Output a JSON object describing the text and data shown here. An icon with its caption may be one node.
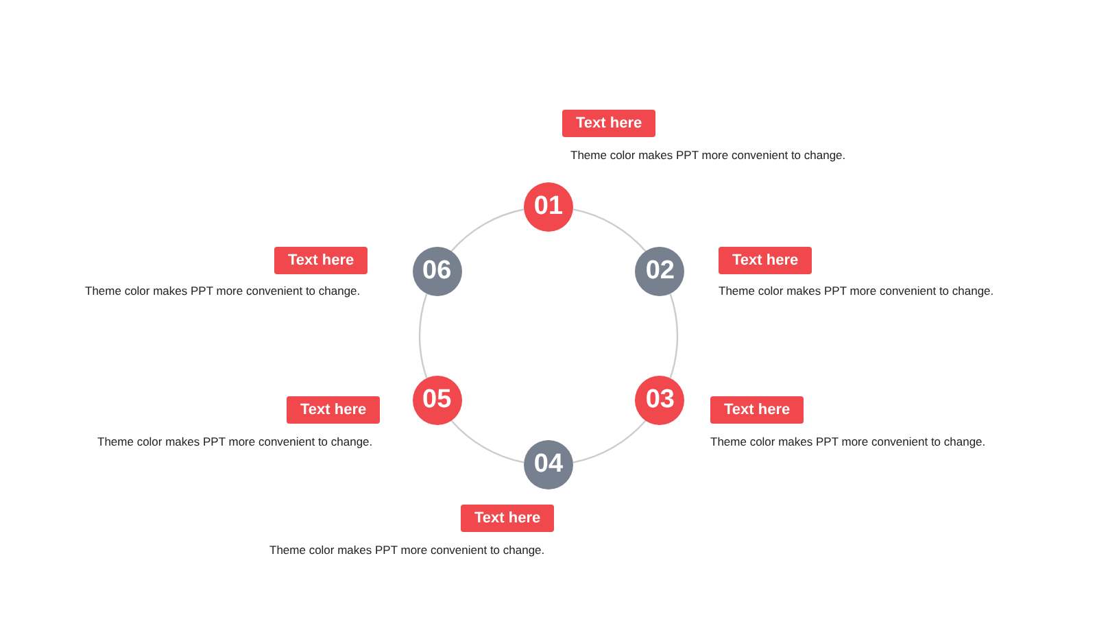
{
  "diagram": {
    "nodes": [
      {
        "text": [
          "01"
        ]
      },
      {
        "text": [
          "02"
        ]
      },
      {
        "text": [
          "03"
        ]
      },
      {
        "text": [
          "04"
        ]
      },
      {
        "text": [
          "05"
        ]
      },
      {
        "text": [
          "06"
        ]
      },
      {
        "text": [
          "Text here"
        ],
        "beside": [
          "Theme color makes PPT more convenient to change."
        ]
      },
      {
        "text": [
          "Text here"
        ],
        "beside": [
          "Theme color makes PPT more convenient to change."
        ]
      },
      {
        "text": [
          "Text here"
        ],
        "beside": [
          "Theme color makes PPT more convenient to change."
        ]
      },
      {
        "text": [
          "Text here"
        ],
        "beside": [
          "Theme color makes PPT more convenient to change."
        ]
      },
      {
        "text": [
          "Text here"
        ],
        "beside": [
          "Theme color makes PPT more convenient to change."
        ]
      },
      {
        "text": [
          "Text here"
        ],
        "beside": [
          "Theme color makes PPT more convenient to change."
        ]
      }
    ],
    "edges": [
      {
        "from": 0,
        "to": 1,
        "arrow": "none"
      },
      {
        "from": 1,
        "to": 2,
        "arrow": "none"
      },
      {
        "from": 2,
        "to": 3,
        "arrow": "none"
      },
      {
        "from": 3,
        "to": 4,
        "arrow": "none"
      },
      {
        "from": 4,
        "to": 5,
        "arrow": "none"
      },
      {
        "from": 5,
        "to": 0,
        "arrow": "none"
      }
    ]
  }
}
